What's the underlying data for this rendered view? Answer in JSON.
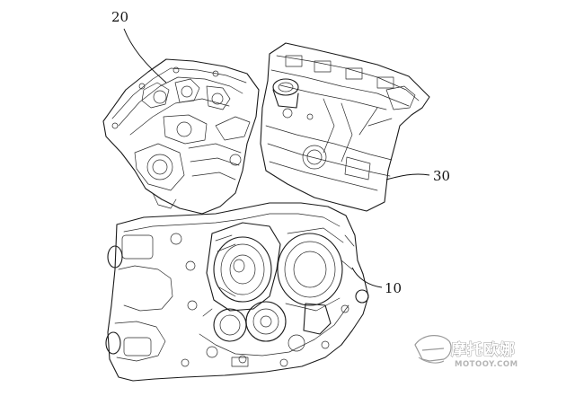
{
  "labels": {
    "part_20": "20",
    "part_30": "30",
    "part_10": "10"
  },
  "watermark": {
    "cn_text": "摩托欧娜",
    "en_text": "MOTOOY.COM",
    "logo_icon": "helmet-logo-icon",
    "color": "#9a9a9a"
  }
}
